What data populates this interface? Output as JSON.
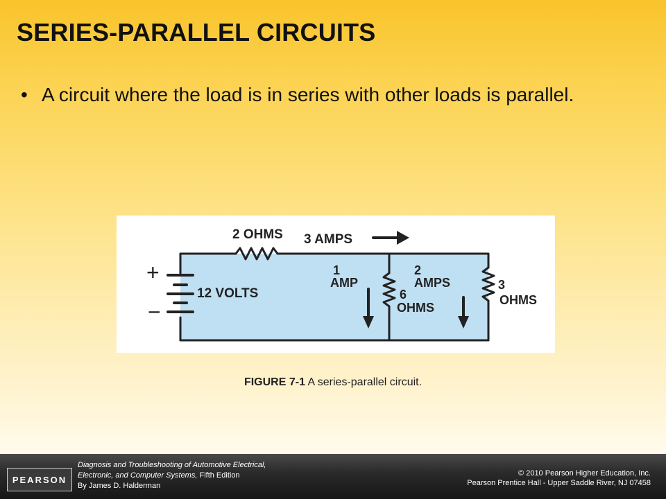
{
  "slide": {
    "title": "SERIES-PARALLEL CIRCUITS",
    "bullets": [
      {
        "mark": "•",
        "text": "A circuit where the load is in series with other loads is parallel."
      }
    ]
  },
  "figure": {
    "labels": {
      "top_resistor": "2 OHMS",
      "total_current": "3 AMPS",
      "battery_voltage": "12 VOLTS",
      "plus": "+",
      "minus": "−",
      "branch1_current_line1": "1",
      "branch1_current_line2": "AMP",
      "branch1_resistor_num": "6",
      "branch1_resistor_unit": "OHMS",
      "branch2_current_line1": "2",
      "branch2_current_line2": "AMPS",
      "branch2_resistor_num": "3",
      "branch2_resistor_unit": "OHMS"
    },
    "colors": {
      "fill": "#bfdff2",
      "line": "#222222"
    },
    "caption_label": "FIGURE 7-1",
    "caption_text": "A series-parallel circuit."
  },
  "footer": {
    "logo_text": "PEARSON",
    "book_title_line1": "Diagnosis and Troubleshooting of Automotive Electrical,",
    "book_title_line2_italic": "Electronic, and Computer Systems,",
    "book_title_line2_edition": "Fifth Edition",
    "book_author": "By James D. Halderman",
    "copyright_line1": "© 2010 Pearson Higher Education, Inc.",
    "copyright_line2": "Pearson Prentice Hall - Upper Saddle River, NJ 07458"
  }
}
